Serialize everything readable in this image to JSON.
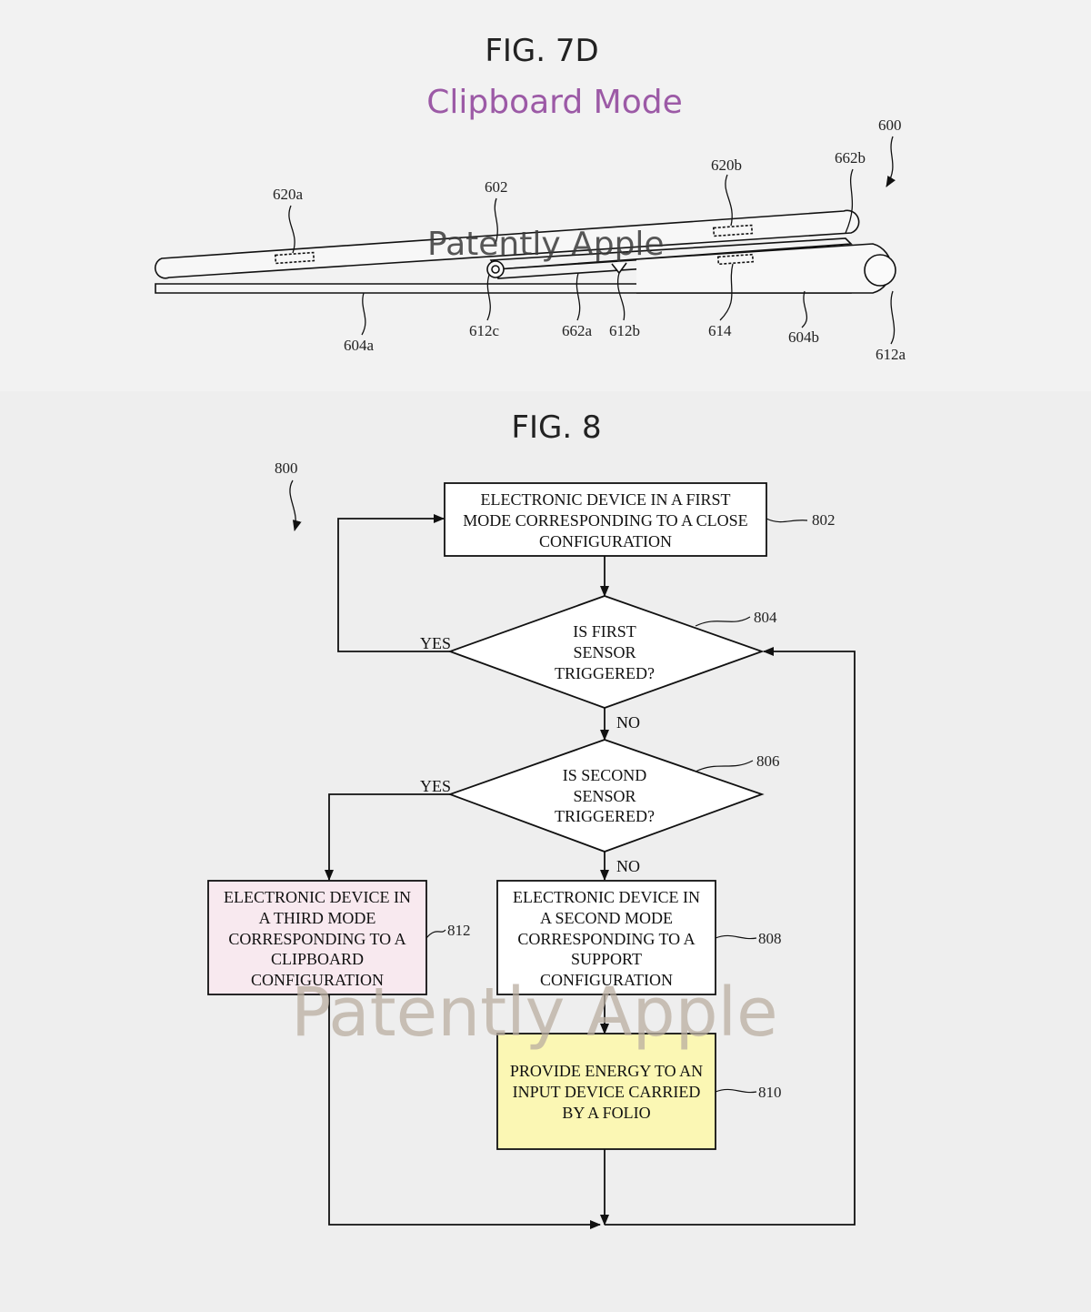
{
  "fig7d": {
    "title": "FIG. 7D",
    "subtitle": "Clipboard Mode",
    "refs": {
      "r600": "600",
      "r602": "602",
      "r620a": "620a",
      "r620b": "620b",
      "r662b": "662b",
      "r604a": "604a",
      "r612c": "612c",
      "r662a": "662a",
      "r612b": "612b",
      "r614": "614",
      "r604b": "604b",
      "r612a": "612a"
    },
    "watermark": "Patently Apple"
  },
  "fig8": {
    "title": "FIG. 8",
    "ref_800": "800",
    "nodes": {
      "n802": {
        "lines": [
          "ELECTRONIC DEVICE IN A FIRST",
          "MODE CORRESPONDING TO A CLOSE",
          "CONFIGURATION"
        ],
        "ref": "802",
        "fill": "#ffffff"
      },
      "n804": {
        "lines": [
          "IS FIRST",
          "SENSOR",
          "TRIGGERED?"
        ],
        "ref": "804"
      },
      "n806": {
        "lines": [
          "IS SECOND",
          "SENSOR",
          "TRIGGERED?"
        ],
        "ref": "806"
      },
      "n808": {
        "lines": [
          "ELECTRONIC DEVICE IN",
          "A SECOND MODE",
          "CORRESPONDING TO A",
          "SUPPORT",
          "CONFIGURATION"
        ],
        "ref": "808",
        "fill": "#ffffff"
      },
      "n810": {
        "lines": [
          "PROVIDE ENERGY TO AN",
          "INPUT DEVICE CARRIED",
          "BY A FOLIO"
        ],
        "ref": "810",
        "fill": "#fbf7b4"
      },
      "n812": {
        "lines": [
          "ELECTRONIC DEVICE IN",
          "A THIRD MODE",
          "CORRESPONDING TO A",
          "CLIPBOARD",
          "CONFIGURATION"
        ],
        "ref": "812",
        "fill": "#f8e9ef"
      }
    },
    "edge_labels": {
      "yes_804": "YES",
      "no_804": "NO",
      "yes_806": "YES",
      "no_806": "NO"
    },
    "watermark": "Patently Apple"
  },
  "colors": {
    "subtitle": "#9c5aa6",
    "watermark": "#b9aea0",
    "line": "#111111"
  }
}
